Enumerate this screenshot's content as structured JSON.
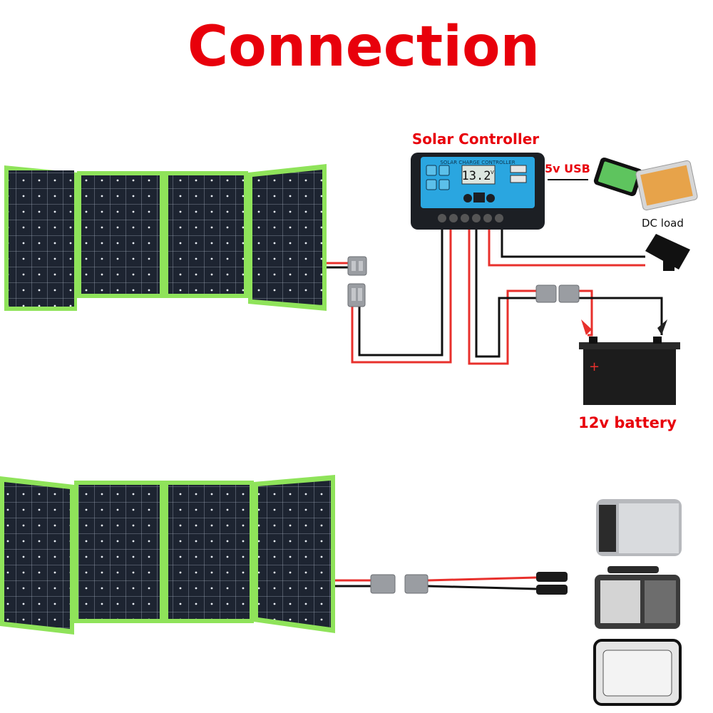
{
  "title": "Connection",
  "labels": {
    "controller": "Solar Controller",
    "controller_face": "SOLAR CHARGE CONTROLLER",
    "display": "13.2",
    "display_unit": "V",
    "usb": "5v USB",
    "dc_load": "DC load",
    "battery": "12v battery"
  },
  "colors": {
    "title": "#e8000b",
    "panel_frame": "#8fe35a",
    "panel_cell": "#1d2431",
    "wire_red": "#e8302c",
    "wire_black": "#111111",
    "controller_screen": "#2aa6e0"
  },
  "panels": {
    "top_count": 4,
    "bottom_count": 4
  },
  "icons": {
    "phone": "phone-icon",
    "tablet": "tablet-icon",
    "lamp": "dc-lamp-icon",
    "battery": "battery-icon",
    "power_station_1": "power-station-icon",
    "power_station_2": "power-station-icon",
    "power_station_3": "power-station-icon"
  }
}
